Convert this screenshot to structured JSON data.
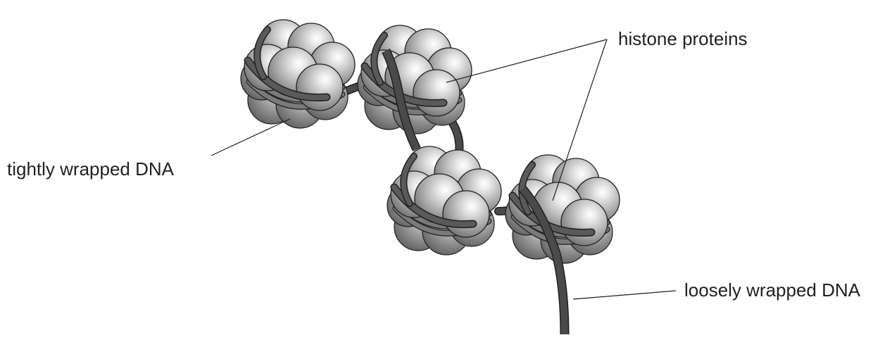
{
  "labels": {
    "histone": "histone proteins",
    "tight": "tightly wrapped DNA",
    "loose": "loosely wrapped DNA"
  },
  "colors": {
    "dna": "#4a4a4a",
    "outline": "#231f20",
    "bead_light": "#e6e6e6",
    "bead_dark": "#6d6d6d"
  }
}
